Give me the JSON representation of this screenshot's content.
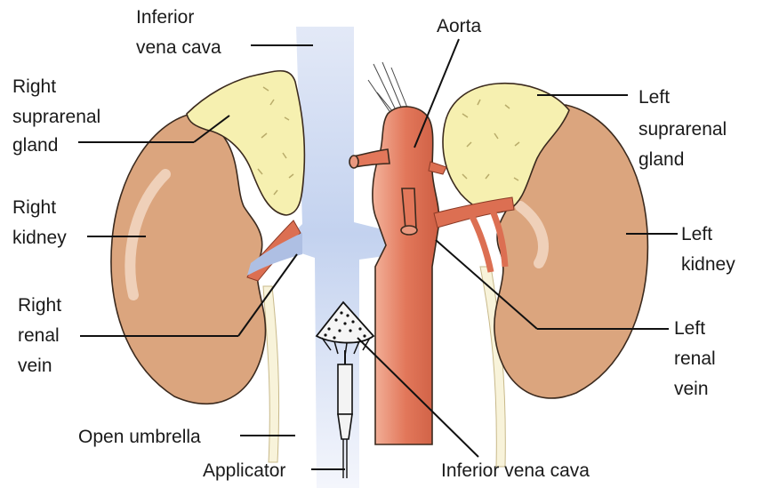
{
  "labels": {
    "inferior_vena_cava_top": [
      "Inferior",
      "vena cava"
    ],
    "aorta": [
      "Aorta"
    ],
    "right_suprarenal_gland": [
      "Right",
      "suprarenal",
      "gland"
    ],
    "left_suprarenal_gland": [
      "Left",
      "suprarenal",
      "gland"
    ],
    "right_kidney": [
      "Right",
      "kidney"
    ],
    "left_kidney": [
      "Left",
      "kidney"
    ],
    "right_renal_vein": [
      "Right",
      "renal",
      "vein"
    ],
    "left_renal_vein": [
      "Left",
      "renal",
      "vein"
    ],
    "open_umbrella": [
      "Open umbrella"
    ],
    "applicator": [
      "Applicator"
    ],
    "inferior_vena_cava_bottom": [
      "Inferior vena cava"
    ]
  },
  "colors": {
    "kidney": "#dba57e",
    "kidney_highlight": "#f2d7c3",
    "gland": "#f6f0b0",
    "vena_cava": "#c9d6ee",
    "aorta": "#e07a5f",
    "aorta_dark": "#c95f45",
    "ureter": "#f7f2d6"
  }
}
